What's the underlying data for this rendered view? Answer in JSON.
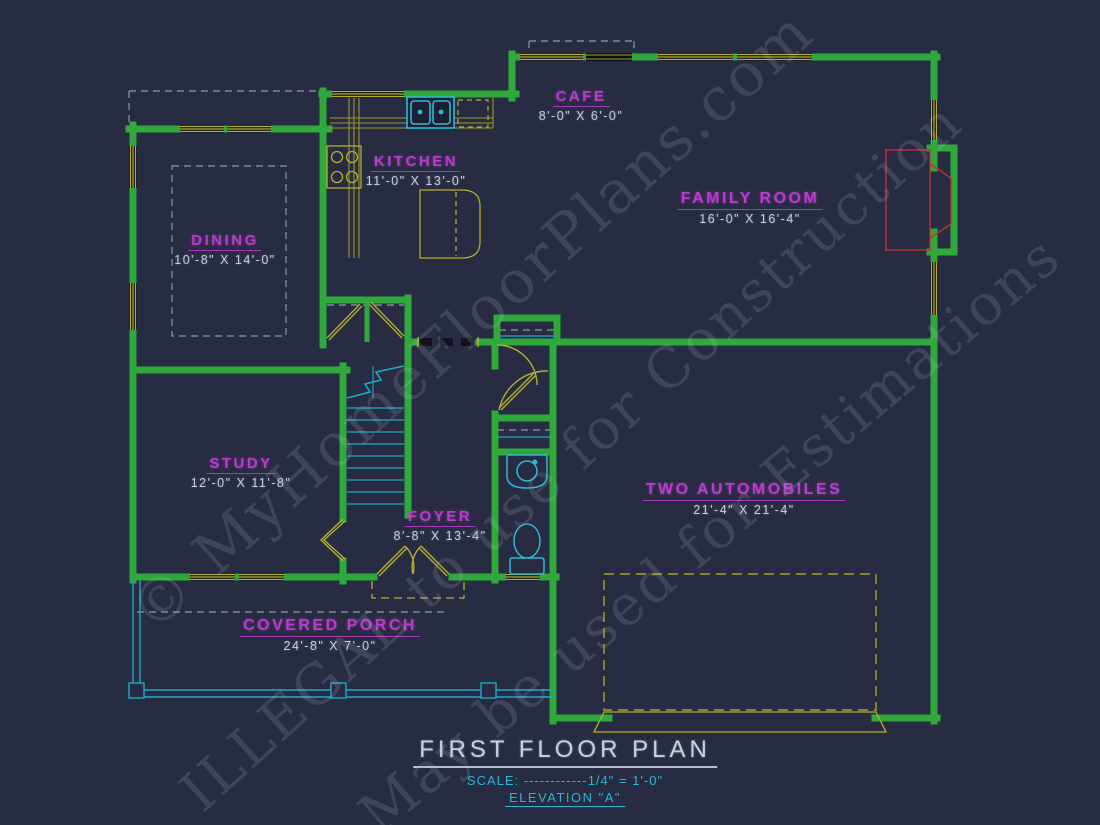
{
  "title_block": {
    "title": "FIRST FLOOR PLAN",
    "scale_text": "SCALE: ------------1/4\" = 1'-0\"",
    "elevation": "ELEVATION \"A\""
  },
  "rooms": {
    "cafe": {
      "name": "CAFE",
      "dims": "8'-0\" X 6'-0\""
    },
    "kitchen": {
      "name": "KITCHEN",
      "dims": "11'-0\" X 13'-0\""
    },
    "family_room": {
      "name": "FAMILY ROOM",
      "dims": "16'-0\" X 16'-4\""
    },
    "dining": {
      "name": "DINING",
      "dims": "10'-8\" X 14'-0\""
    },
    "study": {
      "name": "STUDY",
      "dims": "12'-0\" X 11'-8\""
    },
    "foyer": {
      "name": "FOYER",
      "dims": "8'-8\" X 13'-4\""
    },
    "garage": {
      "name": "TWO AUTOMOBILES",
      "dims": "21'-4\" X 21'-4\""
    },
    "covered_porch": {
      "name": "COVERED PORCH",
      "dims": "24'-8\" X 7'-0\""
    }
  },
  "watermark": {
    "line1": "© MyHomeFloorPlans.com",
    "line2": "ILLEGAL to use for Construction",
    "line3": "May be used for Estimations"
  },
  "colors": {
    "background": "#272c42",
    "wall_green": "#2fa83c",
    "fixture_yellow": "#b5ae2e",
    "detail_cyan": "#1fa9c9",
    "label_magenta": "#b93ccb",
    "dimension_gray": "#c7cad6",
    "fireplace_red": "#c03030",
    "dashed_gray": "#8f96a8"
  }
}
